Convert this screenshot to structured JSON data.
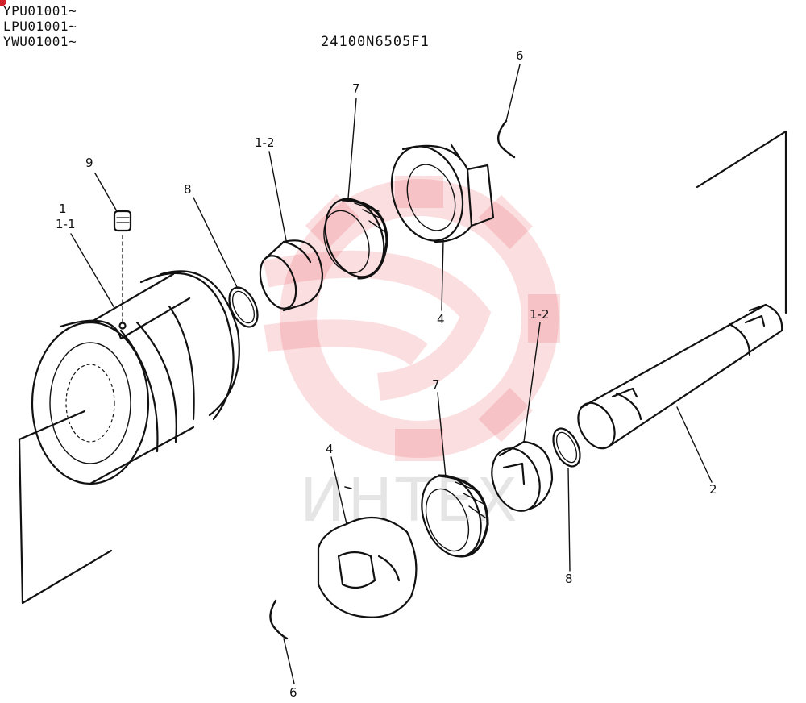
{
  "header": {
    "serial_ranges": [
      "YPU01001~",
      "LPU01001~",
      "YWU01001~"
    ],
    "drawing_code": "24100N6505F1"
  },
  "watermark": {
    "text": "ИНТЕХ",
    "color": "#e8323c"
  },
  "callouts": {
    "c1": "1",
    "c1_1": "1-1",
    "c9": "9",
    "c8_top": "8",
    "c1_2_top": "1-2",
    "c7_top": "7",
    "c6_top": "6",
    "c4_top": "4",
    "c1_2_bottom": "1-2",
    "c2": "2",
    "c7_bottom": "7",
    "c4_bottom": "4",
    "c8_bottom": "8",
    "c6_bottom": "6"
  },
  "colors": {
    "ink": "#111111",
    "watermark_red": "#e8323c"
  }
}
